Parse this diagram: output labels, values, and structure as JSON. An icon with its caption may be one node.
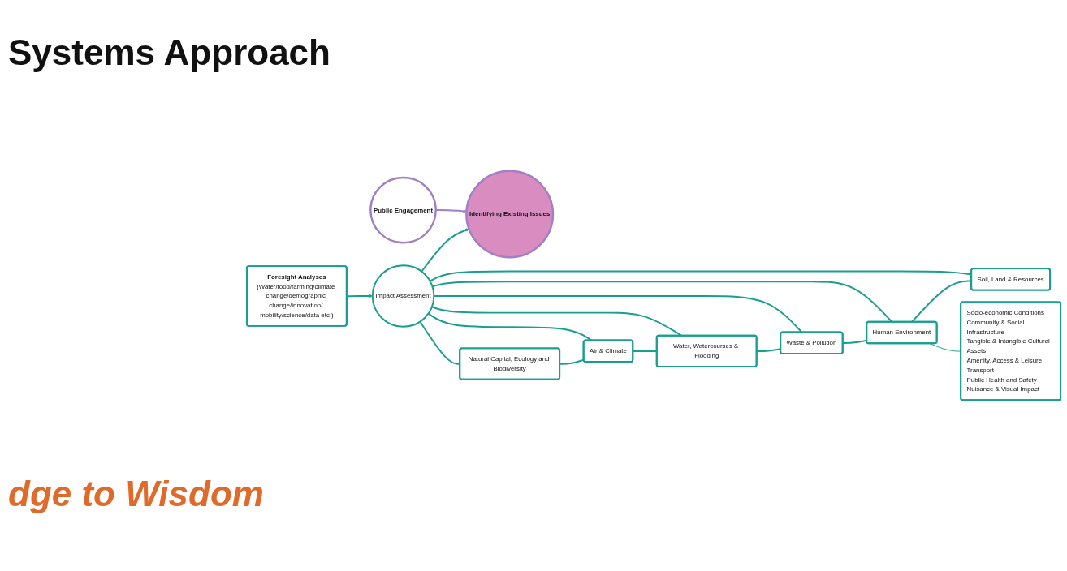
{
  "diagram": {
    "title": "Systems Approach",
    "nodes": [
      {
        "text": [
          "Public Engagement"
        ]
      },
      {
        "text": [
          "Identifying Existing Issues"
        ]
      },
      {
        "text": [
          "Impact Assessment"
        ]
      },
      {
        "text": [
          "Foresight Analyses",
          "(Water/food/farming/climate change/demographic change/innovation/ mobility/science/data etc.)"
        ]
      },
      {
        "text": [
          "Natural Capital, Ecology and Biodiversity"
        ]
      },
      {
        "text": [
          "Air & Climate"
        ]
      },
      {
        "text": [
          "Water, Watercourses & Flooding"
        ]
      },
      {
        "text": [
          "Waste & Pollution"
        ]
      },
      {
        "text": [
          "Human Environment"
        ]
      },
      {
        "text": [
          "Soil, Land & Resources"
        ]
      },
      {
        "text": [
          "Socio-economic Conditions",
          "Community & Social Infrastructure",
          "Tangible & Intangible Cultural Assets",
          "Amenity, Access & Leisure",
          "Transport",
          "Public Health and Safety",
          "Nuisance & Visual Impact"
        ]
      }
    ],
    "edges": [
      {
        "from": 0,
        "to": 1,
        "arrow": "to",
        "color": "#a27fc4"
      },
      {
        "from": 2,
        "to": 1,
        "arrow": "to"
      },
      {
        "from": 3,
        "to": 2,
        "arrow": "to"
      },
      {
        "from": 2,
        "to": 4,
        "arrow": "none"
      },
      {
        "from": 2,
        "to": 5,
        "arrow": "none"
      },
      {
        "from": 2,
        "to": 6,
        "arrow": "none"
      },
      {
        "from": 2,
        "to": 7,
        "arrow": "none"
      },
      {
        "from": 2,
        "to": 8,
        "arrow": "none"
      },
      {
        "from": 2,
        "to": 9,
        "arrow": "none"
      },
      {
        "from": 4,
        "to": 5,
        "arrow": "none"
      },
      {
        "from": 5,
        "to": 6,
        "arrow": "none"
      },
      {
        "from": 6,
        "to": 7,
        "arrow": "none"
      },
      {
        "from": 7,
        "to": 8,
        "arrow": "none"
      },
      {
        "from": 8,
        "to": 9,
        "arrow": "none"
      },
      {
        "from": 8,
        "to": 10,
        "arrow": "none"
      }
    ],
    "labels": [
      "dge to Wisdom"
    ]
  }
}
